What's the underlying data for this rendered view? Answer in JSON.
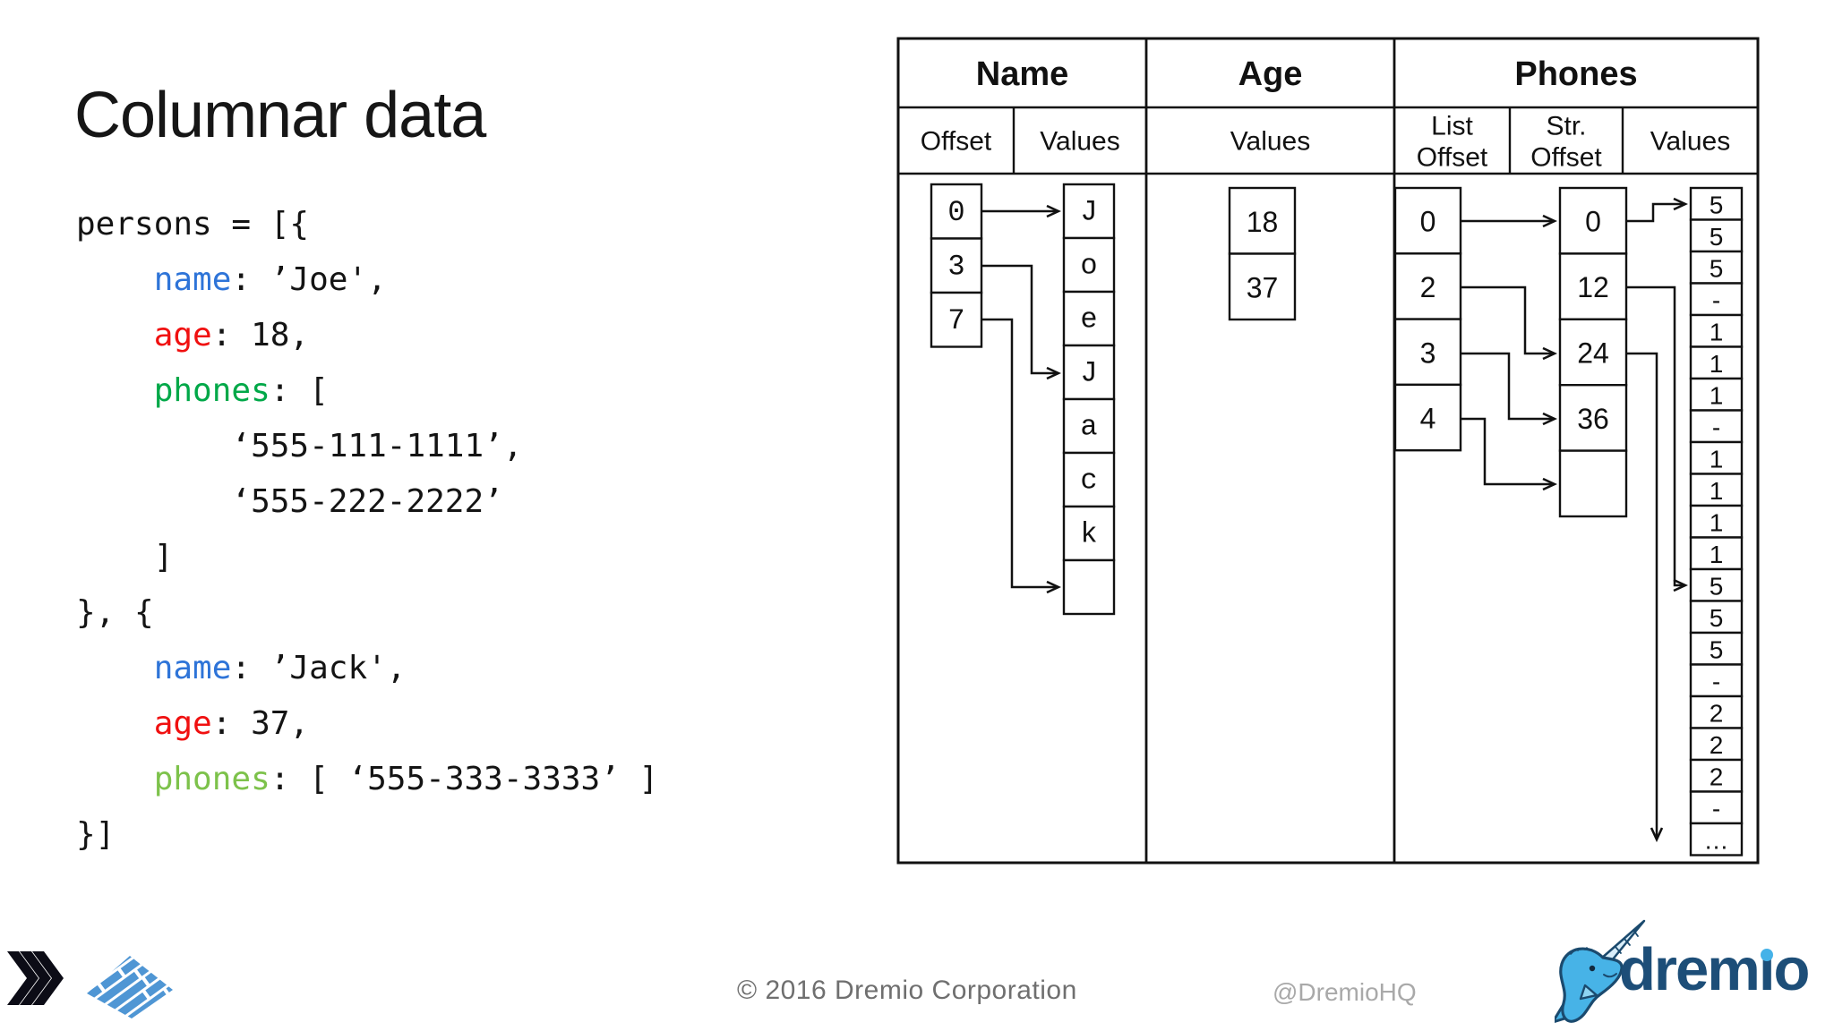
{
  "title": "Columnar data",
  "code": {
    "lines": [
      {
        "segments": [
          {
            "text": "persons = [{"
          }
        ]
      },
      {
        "segments": [
          {
            "text": "    "
          },
          {
            "text": "name",
            "color": "#2e74d8"
          },
          {
            "text": ": ’Joe',"
          }
        ]
      },
      {
        "segments": [
          {
            "text": "    "
          },
          {
            "text": "age",
            "color": "#f01010"
          },
          {
            "text": ": 18,"
          }
        ]
      },
      {
        "segments": [
          {
            "text": "    "
          },
          {
            "text": "phones",
            "color": "#00a848"
          },
          {
            "text": ": ["
          }
        ]
      },
      {
        "segments": [
          {
            "text": "        ‘555-111-1111’,"
          }
        ]
      },
      {
        "segments": [
          {
            "text": "        ‘555-222-2222’"
          }
        ]
      },
      {
        "segments": [
          {
            "text": "    ]"
          }
        ]
      },
      {
        "segments": [
          {
            "text": "}, {"
          }
        ]
      },
      {
        "segments": [
          {
            "text": "    "
          },
          {
            "text": "name",
            "color": "#2e74d8"
          },
          {
            "text": ": ’Jack',"
          }
        ]
      },
      {
        "segments": [
          {
            "text": "    "
          },
          {
            "text": "age",
            "color": "#f01010"
          },
          {
            "text": ": 37,"
          }
        ]
      },
      {
        "segments": [
          {
            "text": "    "
          },
          {
            "text": "phones",
            "color": "#7dc24b"
          },
          {
            "text": ": [ ‘555-333-3333’ ]"
          }
        ]
      },
      {
        "segments": [
          {
            "text": "}]"
          }
        ]
      }
    ]
  },
  "diagram": {
    "headers": [
      {
        "label": "Name",
        "color": "#1f1fdd"
      },
      {
        "label": "Age",
        "color": "#f2300d"
      },
      {
        "label": "Phones",
        "color": "#5b9e1e"
      }
    ],
    "subheaders": [
      "Offset",
      "Values",
      "Values",
      "List\nOffset",
      "Str.\nOffset",
      "Values"
    ],
    "name_offsets": [
      "0",
      "3",
      "7"
    ],
    "name_values": [
      "J",
      "o",
      "e",
      "J",
      "a",
      "c",
      "k",
      ""
    ],
    "age_values": [
      "18",
      "37"
    ],
    "phones_list_offsets": [
      "0",
      "2",
      "3",
      "4"
    ],
    "phones_str_offsets": [
      "0",
      "12",
      "24",
      "36",
      ""
    ],
    "phones_values": [
      "5",
      "5",
      "5",
      "-",
      "1",
      "1",
      "1",
      "-",
      "1",
      "1",
      "1",
      "1",
      "5",
      "5",
      "5",
      "-",
      "2",
      "2",
      "2",
      "-",
      "…"
    ]
  },
  "footer": {
    "copyright": "© 2016 Dremio Corporation",
    "handle": "@DremioHQ",
    "brand": "dremio"
  }
}
